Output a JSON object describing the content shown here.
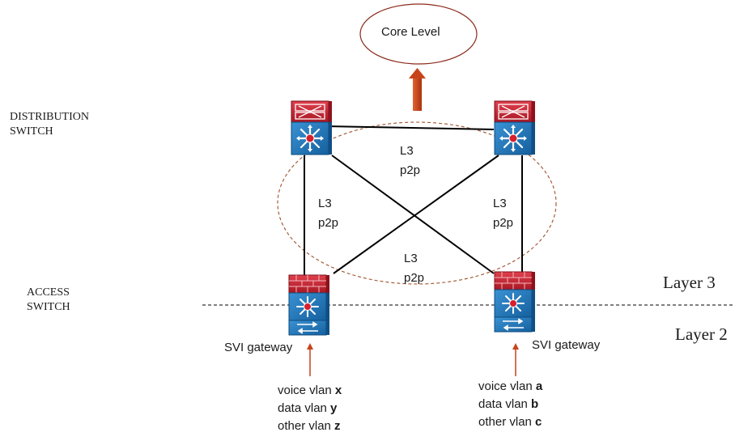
{
  "core": {
    "label": "Core Level"
  },
  "distribution": {
    "label_line1": "DISTRIBUTION",
    "label_line2": "SWITCH"
  },
  "access": {
    "label_line1": "ACCESS",
    "label_line2": "SWITCH"
  },
  "layers": {
    "upper": "Layer 3",
    "lower": "Layer 2"
  },
  "links": {
    "top": {
      "line1": "L3",
      "line2": "p2p"
    },
    "left": {
      "line1": "L3",
      "line2": "p2p"
    },
    "right": {
      "line1": "L3",
      "line2": "p2p"
    },
    "bottom": {
      "line1": "L3",
      "line2": "p2p"
    }
  },
  "svi": {
    "left": "SVI gateway",
    "right": "SVI gateway"
  },
  "vlans_left": [
    {
      "prefix": "voice vlan ",
      "id": "x"
    },
    {
      "prefix": "data vlan ",
      "id": "y"
    },
    {
      "prefix": "other vlan ",
      "id": "z"
    }
  ],
  "vlans_right": [
    {
      "prefix": "voice vlan ",
      "id": "a"
    },
    {
      "prefix": "data vlan ",
      "id": "b"
    },
    {
      "prefix": "other vlan ",
      "id": "c"
    }
  ],
  "colors": {
    "switch_blue": "#1e73b8",
    "firewall_red": "#c8202f",
    "core_ellipse": "#8b2a1a",
    "arrow_orange": "#c7431a",
    "dashed_ellipse": "#a0522d"
  },
  "icons": [
    "distribution-switch-icon",
    "access-switch-icon",
    "firewall-brick-icon"
  ]
}
